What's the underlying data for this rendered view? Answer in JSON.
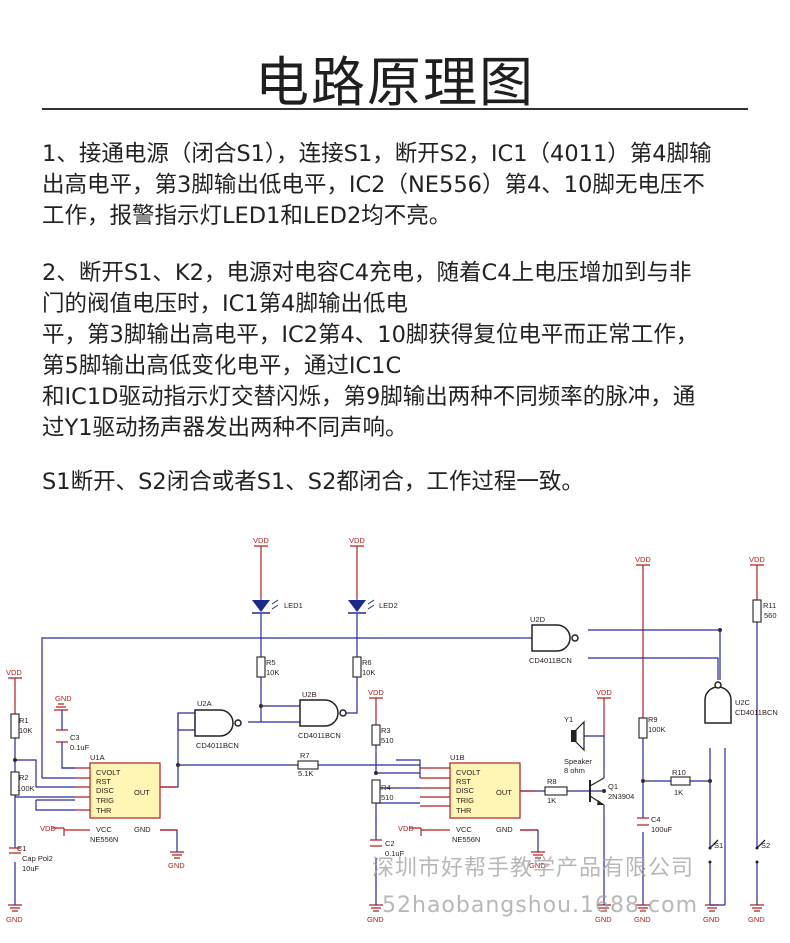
{
  "title": "电路原理图",
  "paragraphs": {
    "p1": [
      "1、接通电源（闭合S1），连接S1，断开S2，IC1（4011）第4脚输",
      "出高电平，第3脚输出低电平，IC2（NE556）第4、10脚无电压不",
      "工作，报警指示灯LED1和LED2均不亮。"
    ],
    "p2": [
      "2、断开S1、K2，电源对电容C4充电，随着C4上电压增加到与非",
      "门的阀值电压时，IC1第4脚输出低电",
      "平，第3脚输出高电平，IC2第4、10脚获得复位电平而正常工作，",
      "第5脚输出高低变化电平，通过IC1C",
      "和IC1D驱动指示灯交替闪烁，第9脚输出两种不同频率的脉冲，通",
      "过Y1驱动扬声器发出两种不同声响。"
    ],
    "p3": [
      "S1断开、S2闭合或者S1、S2都闭合，工作过程一致。"
    ]
  },
  "watermark": {
    "line1": "深圳市好帮手教学产品有限公司",
    "line2": "52haobangshou.1688.com"
  },
  "circuit": {
    "vdd": "VDD",
    "gnd": "GND",
    "led1": "LED1",
    "led2": "LED2",
    "r1": "R1",
    "r1_val": "10K",
    "r2": "R2",
    "r2_val": "100K",
    "r3": "R3",
    "r3_val": "510",
    "r4": "R4",
    "r4_val": "510",
    "r5": "R5",
    "r5_val": "10K",
    "r6": "R6",
    "r6_val": "10K",
    "r7": "R7",
    "r7_val": "5.1K",
    "r8": "R8",
    "r8_val": "1K",
    "r9": "R9",
    "r9_val": "100K",
    "r10": "R10",
    "r10_val": "1K",
    "r11": "R11",
    "r11_val": "560",
    "c1": "C1",
    "c1_type": "Cap Pol2",
    "c1_val": "10uF",
    "c2": "C2",
    "c2_val": "0.1uF",
    "c3": "C3",
    "c3_val": "0.1uF",
    "c4": "C4",
    "c4_val": "100uF",
    "u1a": "U1A",
    "u1b": "U1B",
    "ne556": "NE556N",
    "u2a": "U2A",
    "u2b": "U2B",
    "u2c": "U2C",
    "u2d": "U2D",
    "cd4011": "CD4011BCN",
    "y1": "Y1",
    "speaker": "Speaker",
    "speaker_val": "8 ohm",
    "q1": "Q1",
    "q1_val": "2N3904",
    "s1": "S1",
    "s2": "S2",
    "pin_cvolt": "CVOLT",
    "pin_rst": "RST",
    "pin_disc": "DISC",
    "pin_trig": "TRIG",
    "pin_thr": "THR",
    "pin_out": "OUT",
    "pin_vcc": "VCC",
    "pin_gnd": "GND"
  }
}
